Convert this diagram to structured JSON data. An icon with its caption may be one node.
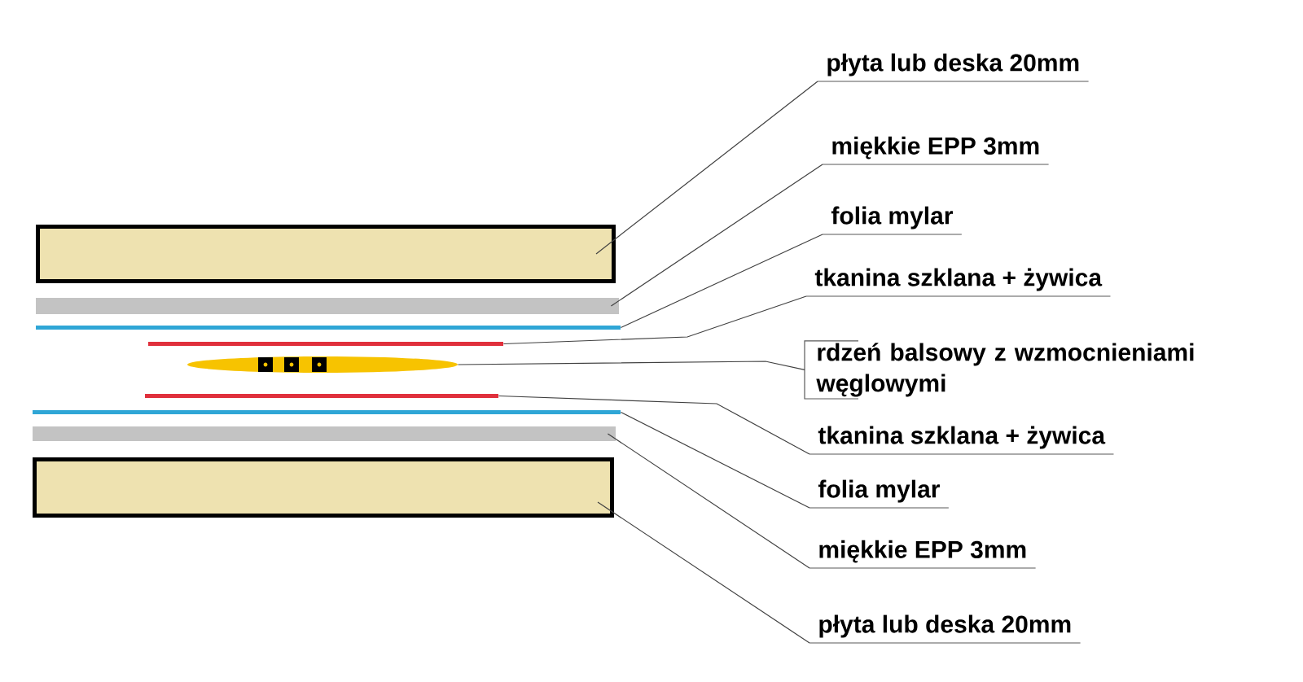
{
  "diagram": {
    "nodes": [
      {
        "text": [],
        "shape": "box"
      },
      {
        "text": [],
        "shape": "bar"
      },
      {
        "text": [],
        "shape": "line"
      },
      {
        "text": [],
        "shape": "line"
      },
      {
        "text": [],
        "shape": "ellipse"
      },
      {
        "text": [],
        "shape": "line"
      },
      {
        "text": [],
        "shape": "line"
      },
      {
        "text": [],
        "shape": "bar"
      },
      {
        "text": [],
        "shape": "box"
      },
      {
        "text": [
          "płyta lub deska 20mm"
        ]
      },
      {
        "text": [
          "miękkie EPP 3mm"
        ]
      },
      {
        "text": [
          "folia mylar"
        ]
      },
      {
        "text": [
          "tkanina szklana + żywica"
        ]
      },
      {
        "text": [
          "rdzeń balsowy z wzmocnieniami węglowymi"
        ]
      },
      {
        "text": [
          "tkanina szklana + żywica"
        ]
      },
      {
        "text": [
          "folia mylar"
        ]
      },
      {
        "text": [
          "miękkie EPP 3mm"
        ]
      },
      {
        "text": [
          "płyta lub deska 20mm"
        ]
      }
    ],
    "edges": [
      {
        "from": 9,
        "to": 0,
        "arrow": "none"
      },
      {
        "from": 10,
        "to": 1,
        "arrow": "none"
      },
      {
        "from": 11,
        "to": 2,
        "arrow": "none"
      },
      {
        "from": 12,
        "to": 3,
        "arrow": "none"
      },
      {
        "from": 13,
        "to": 4,
        "arrow": "none"
      },
      {
        "from": 14,
        "to": 5,
        "arrow": "none"
      },
      {
        "from": 15,
        "to": 6,
        "arrow": "none"
      },
      {
        "from": 16,
        "to": 7,
        "arrow": "none"
      },
      {
        "from": 17,
        "to": 8,
        "arrow": "none"
      }
    ]
  }
}
